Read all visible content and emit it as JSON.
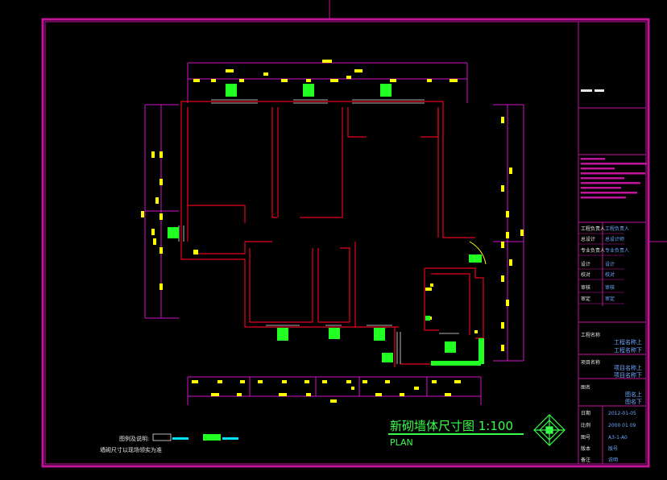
{
  "drawing": {
    "title": "新砌墙体尺寸图 1:100",
    "subtitle": "PLAN",
    "legend_label": "图例及说明:",
    "legend_note": "墙砌尺寸以现场领实为准"
  },
  "title_block": {
    "rows": [
      {
        "label": "工程负责人",
        "value": "工程负责人"
      },
      {
        "label": "总设计",
        "value": "总设计师"
      },
      {
        "label": "专业负责人",
        "value": "专业负责人"
      },
      {
        "label": "设计",
        "value": "设计"
      },
      {
        "label": "校对",
        "value": "校对"
      },
      {
        "label": "审核",
        "value": "审核"
      },
      {
        "label": "审定",
        "value": "审定"
      }
    ],
    "project_label": "工程名称",
    "project_name_1": "工程名称上",
    "project_name_2": "工程名称下",
    "item_label": "项目名称",
    "item_name_1": "项目名称上",
    "item_name_2": "项目名称下",
    "drawing_label": "图名",
    "drawing_name_1": "图名上",
    "drawing_name_2": "图名下",
    "meta": [
      {
        "label": "日期",
        "value": "2012-01-05"
      },
      {
        "label": "比例",
        "value": "2000 01 09"
      },
      {
        "label": "图号",
        "value": "A3-1-A0"
      },
      {
        "label": "版本",
        "value": "版号"
      },
      {
        "label": "备注",
        "value": "说明"
      }
    ]
  },
  "colors": {
    "frame": "#c0149a",
    "wall": "#e8001c",
    "dimension": "#d012c8",
    "highlight": "#ffff00",
    "hatch": "#22ff22",
    "title": "#39ff4a",
    "tb_value": "#6fa8ff",
    "text": "#e8e8e8",
    "cyan": "#00e5ff"
  }
}
